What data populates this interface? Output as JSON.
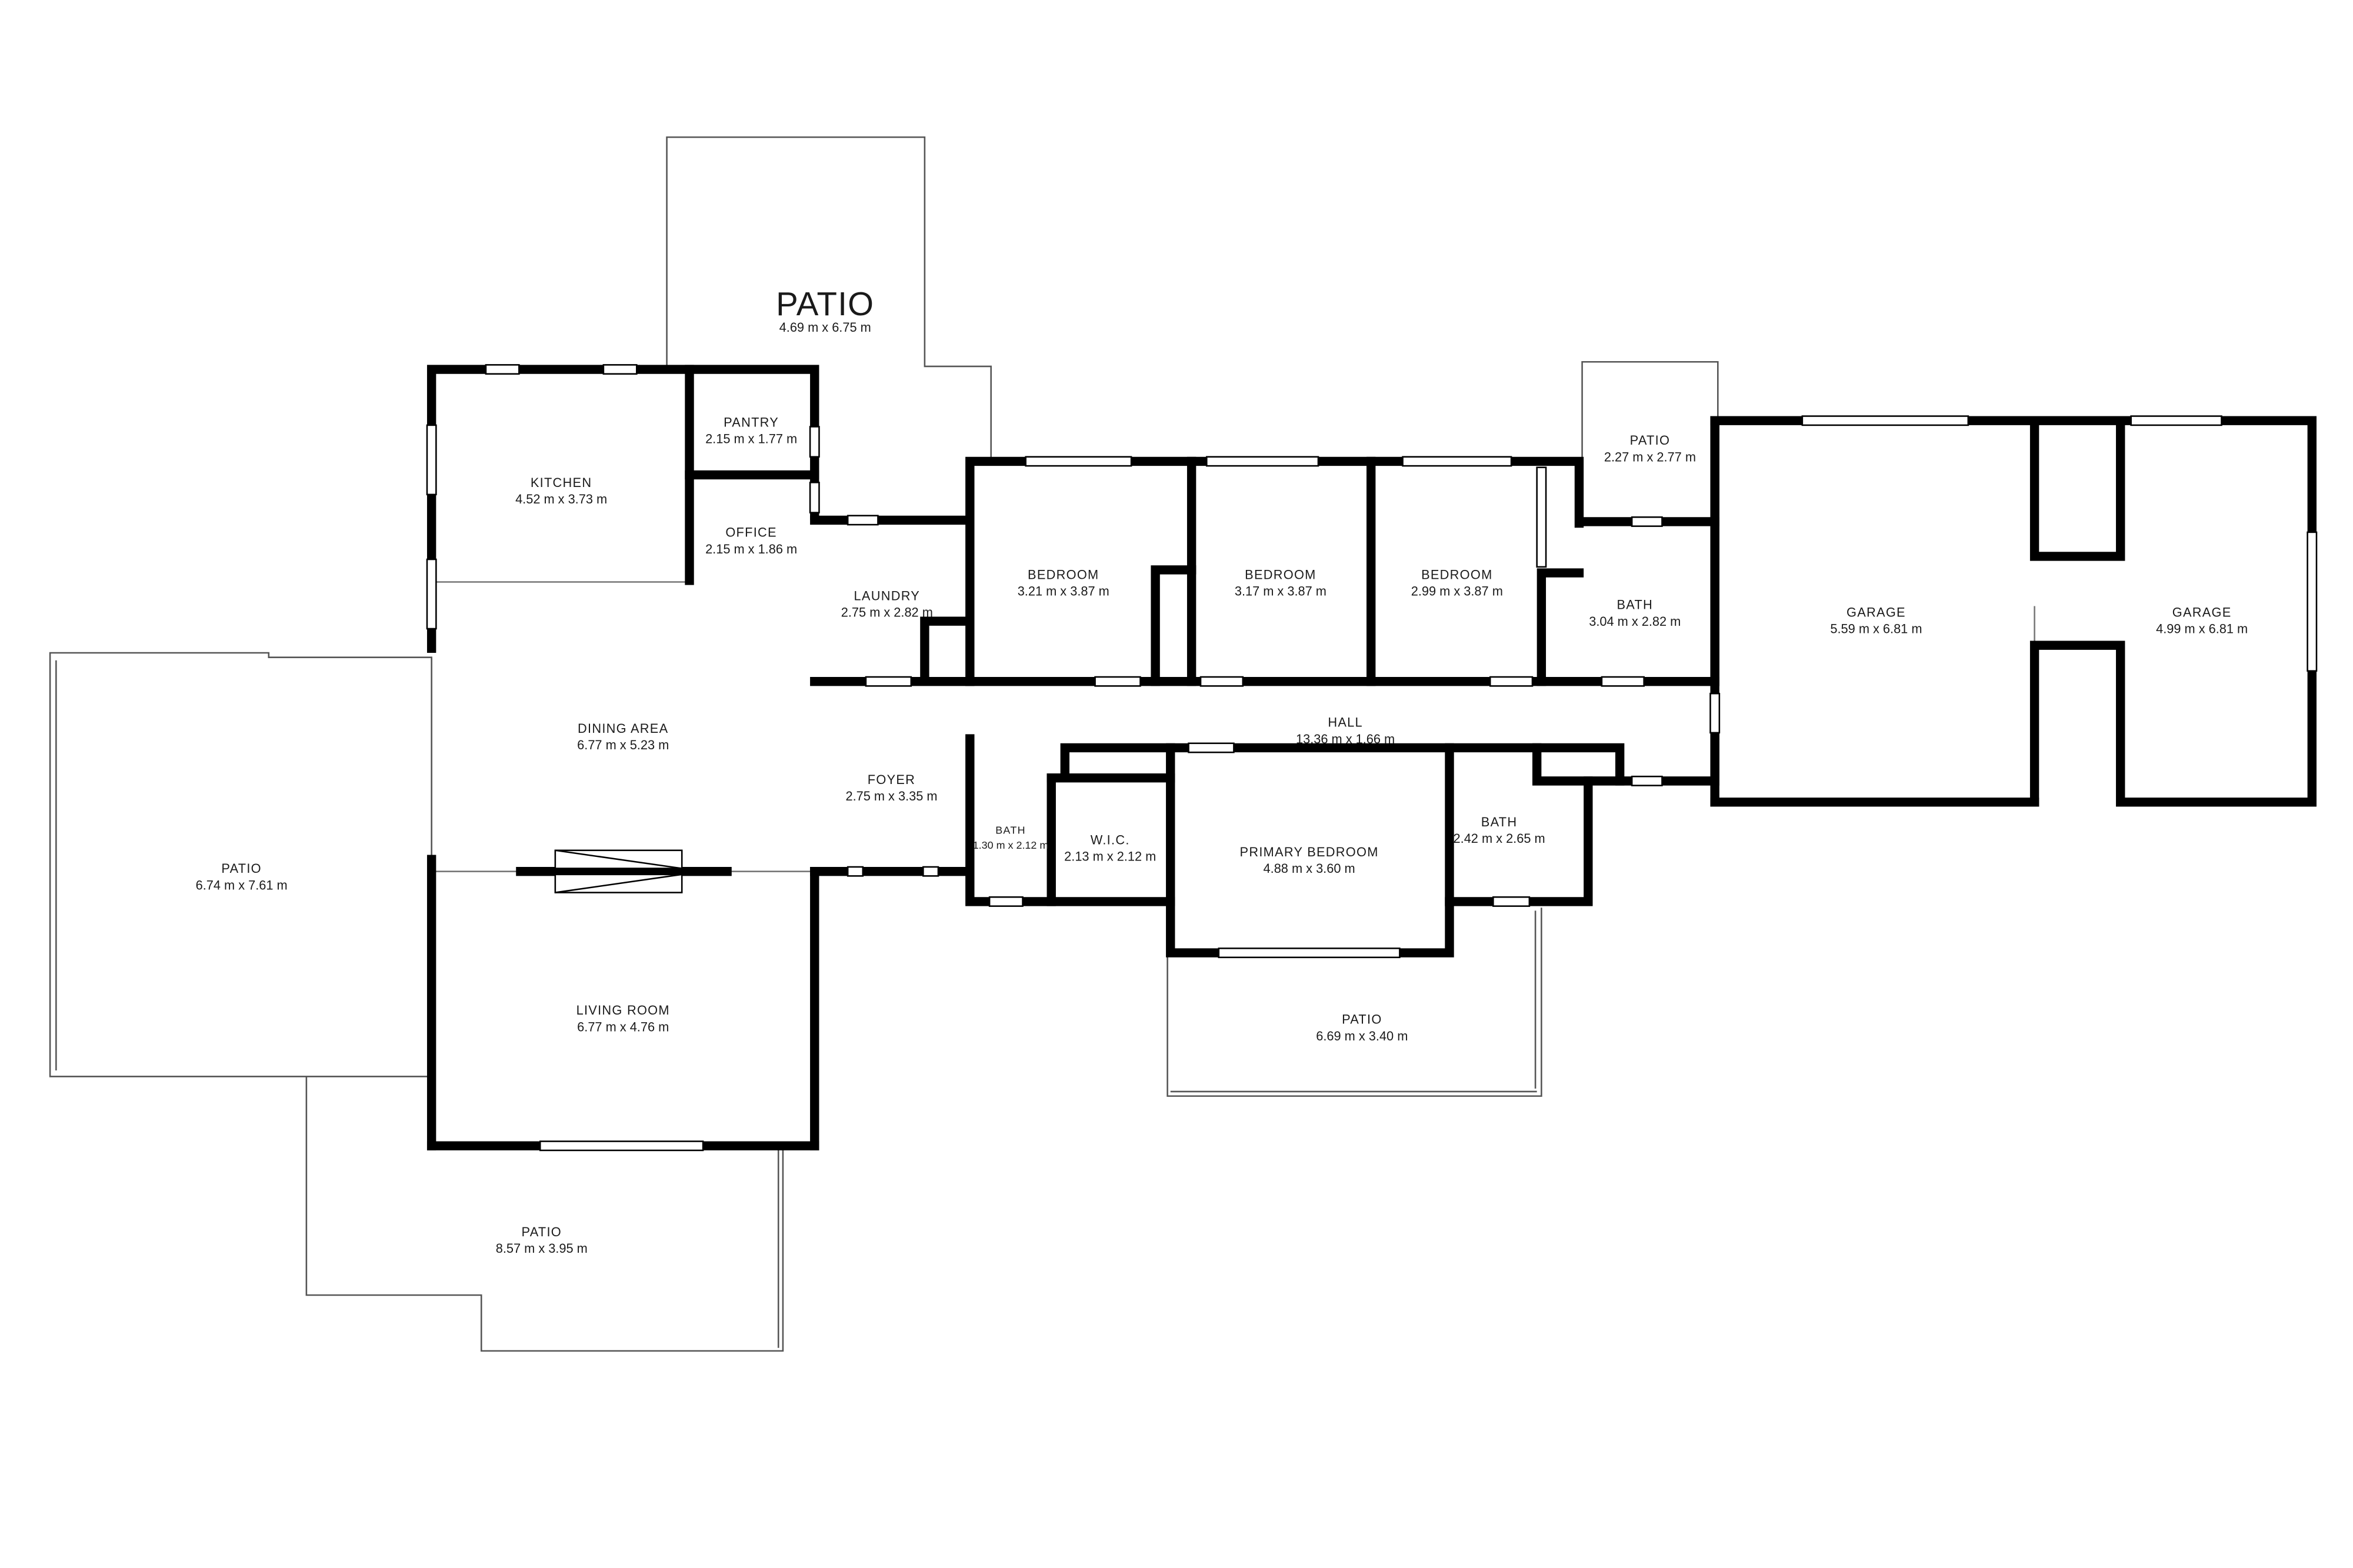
{
  "colors": {
    "wall": "#000000",
    "outline": "#555555",
    "text": "#1a1a1a",
    "background": "#ffffff"
  },
  "rooms": {
    "patio_top": {
      "name": "PATIO",
      "dims": "4.69 m x 6.75 m"
    },
    "pantry": {
      "name": "PANTRY",
      "dims": "2.15 m x 1.77 m"
    },
    "kitchen": {
      "name": "KITCHEN",
      "dims": "4.52 m x 3.73 m"
    },
    "office": {
      "name": "OFFICE",
      "dims": "2.15 m x 1.86 m"
    },
    "laundry": {
      "name": "LAUNDRY",
      "dims": "2.75 m x 2.82 m"
    },
    "bedroom_1": {
      "name": "BEDROOM",
      "dims": "3.21 m x 3.87 m"
    },
    "bedroom_2": {
      "name": "BEDROOM",
      "dims": "3.17 m x 3.87 m"
    },
    "bedroom_3": {
      "name": "BEDROOM",
      "dims": "2.99 m x 3.87 m"
    },
    "patio_small": {
      "name": "PATIO",
      "dims": "2.27 m x 2.77 m"
    },
    "bath_1": {
      "name": "BATH",
      "dims": "3.04 m x 2.82 m"
    },
    "garage_1": {
      "name": "GARAGE",
      "dims": "5.59 m x 6.81 m"
    },
    "garage_2": {
      "name": "GARAGE",
      "dims": "4.99 m x 6.81 m"
    },
    "dining": {
      "name": "DINING AREA",
      "dims": "6.77 m x 5.23 m"
    },
    "hall": {
      "name": "HALL",
      "dims": "13.36 m x 1.66 m"
    },
    "foyer": {
      "name": "FOYER",
      "dims": "2.75 m x 3.35 m"
    },
    "bath_2": {
      "name": "BATH",
      "dims": "1.30 m x 2.12 m"
    },
    "wic": {
      "name": "W.I.C.",
      "dims": "2.13 m x 2.12 m"
    },
    "primary_bedroom": {
      "name": "PRIMARY BEDROOM",
      "dims": "4.88 m x 3.60 m"
    },
    "bath_3": {
      "name": "BATH",
      "dims": "2.42 m x 2.65 m"
    },
    "patio_west": {
      "name": "PATIO",
      "dims": "6.74 m x 7.61 m"
    },
    "living": {
      "name": "LIVING ROOM",
      "dims": "6.77 m x 4.76 m"
    },
    "patio_primary": {
      "name": "PATIO",
      "dims": "6.69 m x 3.40 m"
    },
    "patio_bottom": {
      "name": "PATIO",
      "dims": "8.57 m x 3.95 m"
    }
  }
}
